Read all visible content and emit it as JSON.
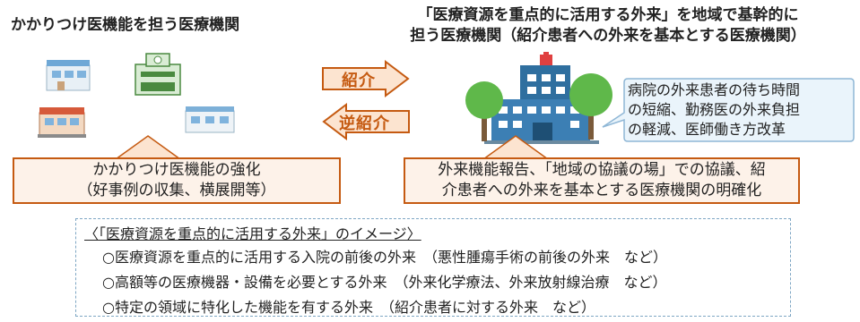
{
  "left_title": "かかりつけ医機能を担う医療機関",
  "right_title": {
    "line1": "「医療資源を重点的に活用する外来」を地域で基幹的に",
    "line2": "担う医療機関（紹介患者への外来を基本とする医療機関）"
  },
  "arrows": {
    "referral": "紹介",
    "reverse_referral": "逆紹介"
  },
  "speech_bubble": {
    "line1": "病院の外来患者の待ち時間",
    "line2": "の短縮、勤務医の外来負担",
    "line3": "の軽減、医師働き方改革"
  },
  "left_box": {
    "line1": "かかりつけ医機能の強化",
    "line2": "（好事例の収集、横展開等）"
  },
  "right_box": {
    "line1": "外来機能報告、「地域の協議の場」での協議、紹",
    "line2": "介患者への外来を基本とする医療機関の明確化"
  },
  "image_section": {
    "heading": "〈「医療資源を重点的に活用する外来」のイメージ〉",
    "items": [
      "○医療資源を重点的に活用する入院の前後の外来　（悪性腫瘍手術の前後の外来　など）",
      "○高額等の医療機器・設備を必要とする外来　（外来化学療法、外来放射線治療　など）",
      "○特定の領域に特化した機能を有する外来　（紹介患者に対する外来　など）"
    ]
  },
  "colors": {
    "accent": "#c55a11",
    "arrow_fill": "#fce4d0",
    "box_fill": "#fdf2e9",
    "dashed_border": "#7ea6c4",
    "bubble_fill": "#eaf4fb",
    "bubble_border": "#8fb7d6",
    "tree_green": "#5fb84a",
    "building_blue": "#4a90c2"
  },
  "icons": [
    "clinic-icon",
    "small-hospital-icon",
    "pharmacy-icon",
    "hospital-building-icon",
    "tree-icon"
  ]
}
